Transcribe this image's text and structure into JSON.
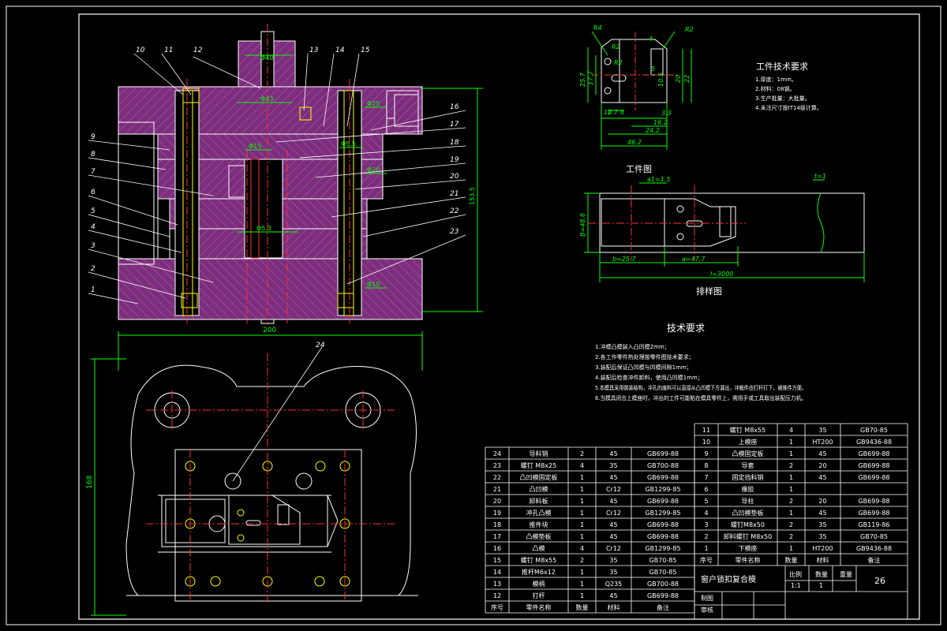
{
  "colors": {
    "background": "#000000",
    "frame": "#ffffff",
    "outline": "#ffffff",
    "hatch_fill": "#7a2f7a",
    "hatch_line": "#c24ac2",
    "dimension": "#00ff00",
    "centerline": "#ff3030",
    "yellow": "#ffff00",
    "label": "#ffffff"
  },
  "part_callouts": [
    "10",
    "11",
    "12",
    "13",
    "14",
    "15",
    "16",
    "17",
    "18",
    "19",
    "20",
    "21",
    "22",
    "23",
    "9",
    "8",
    "7",
    "6",
    "5",
    "4",
    "3",
    "2",
    "1",
    "24"
  ],
  "front_view": {
    "dimensions": [
      "Φ40",
      "Φ43",
      "Φ5.3",
      "Φ15",
      "Φ5.5",
      "Φ20",
      "Φ25",
      "153.5",
      "Φ10"
    ]
  },
  "top_view": {
    "width_dim": "200",
    "height_dim": "168"
  },
  "workpiece": {
    "tech_req_title": "工件技术要求",
    "tech_req_items": [
      "1.厚度：1mm。",
      "2.材料：08钢。",
      "3.生产批量：大批量。",
      "4.未注尺寸按IT14级计算。"
    ],
    "caption": "工件图",
    "dims": [
      "R4",
      "R2",
      "25.7",
      "17.7",
      "10.7",
      "8",
      "20",
      "22",
      "3.3",
      "10.5",
      "16.2",
      "24.2",
      "46.2",
      "4",
      "5",
      "2",
      "R2",
      "R2"
    ]
  },
  "strip": {
    "caption": "排样图",
    "labels": [
      "a1=1.5",
      "t=1",
      "B=48.6",
      "b=25.7",
      "a=47.7",
      "l=3000"
    ]
  },
  "tech_req": {
    "title": "技术要求",
    "items": [
      "1.冲模凸模装入凸凹模2mm；",
      "2.各工作零件热处理按零件图技术要求；",
      "3.装配后保证凸凹模与凹模间隙1mm；",
      "4.装配后检查冲件卸料，使用凸凹模1mm；",
      "5.本模具采用倒装结构，冲孔的废料可以直接从凸凹模下方漏出，冲裁件由打杆打下，被推件方便。",
      "6.当模具闭合上模座时，冲出的工件可能粘在模具零件上，需用手或工具取出装配压力机。"
    ]
  },
  "bom_left": {
    "rows": [
      [
        "24",
        "导料销",
        "2",
        "45",
        "GB699-88"
      ],
      [
        "23",
        "螺钉 M8x25",
        "4",
        "35",
        "GB700-88"
      ],
      [
        "22",
        "凸凹模固定板",
        "1",
        "45",
        "GB699-88"
      ],
      [
        "21",
        "凸凹模",
        "1",
        "Cr12",
        "GB1299-85"
      ],
      [
        "20",
        "卸料板",
        "1",
        "45",
        "GB699-88"
      ],
      [
        "19",
        "冲孔凸模",
        "1",
        "Cr12",
        "GB1299-85"
      ],
      [
        "18",
        "推件块",
        "1",
        "45",
        "GB699-88"
      ],
      [
        "17",
        "凸模垫板",
        "1",
        "45",
        "GB699-88"
      ],
      [
        "16",
        "凸模",
        "4",
        "Cr12",
        "GB1299-85"
      ],
      [
        "15",
        "螺钉 M8x55",
        "2",
        "35",
        "GB70-85"
      ],
      [
        "14",
        "推杆M6x12",
        "1",
        "35",
        "GB70-85"
      ],
      [
        "13",
        "模柄",
        "1",
        "Q235",
        "GB700-88"
      ],
      [
        "12",
        "打杆",
        "1",
        "45",
        "GB699-88"
      ]
    ],
    "header": [
      "序号",
      "零件名称",
      "数量",
      "材料",
      "备注"
    ]
  },
  "bom_right": {
    "rows": [
      [
        "11",
        "螺钉 M8x55",
        "4",
        "35",
        "GB70-85"
      ],
      [
        "10",
        "上模座",
        "1",
        "HT200",
        "GB9436-88"
      ],
      [
        "9",
        "凸模固定板",
        "1",
        "45",
        "GB699-88"
      ],
      [
        "8",
        "导套",
        "2",
        "20",
        "GB699-88"
      ],
      [
        "7",
        "固定挡料销",
        "1",
        "45",
        "GB699-88"
      ],
      [
        "6",
        "橡胶",
        "1",
        "",
        ""
      ],
      [
        "5",
        "导柱",
        "2",
        "20",
        "GB699-88"
      ],
      [
        "4",
        "凸凹模垫板",
        "1",
        "45",
        "GB699-88"
      ],
      [
        "3",
        "螺钉M8x50",
        "2",
        "35",
        "GB119-86"
      ],
      [
        "2",
        "卸料螺钉 M8x50",
        "2",
        "35",
        "GB70-85"
      ],
      [
        "1",
        "下模座",
        "1",
        "HT200",
        "GB9436-88"
      ]
    ],
    "header": [
      "序号",
      "零件名称",
      "数量",
      "材料",
      "备注"
    ]
  },
  "title_block": {
    "title": "窗户锁扣复合模",
    "scale_label": "比例",
    "scale": "1:1",
    "qty_label": "数量",
    "qty": "1",
    "weight_label": "重量",
    "sheet_no": "26",
    "designer_label": "制图",
    "checker_label": "审核"
  }
}
